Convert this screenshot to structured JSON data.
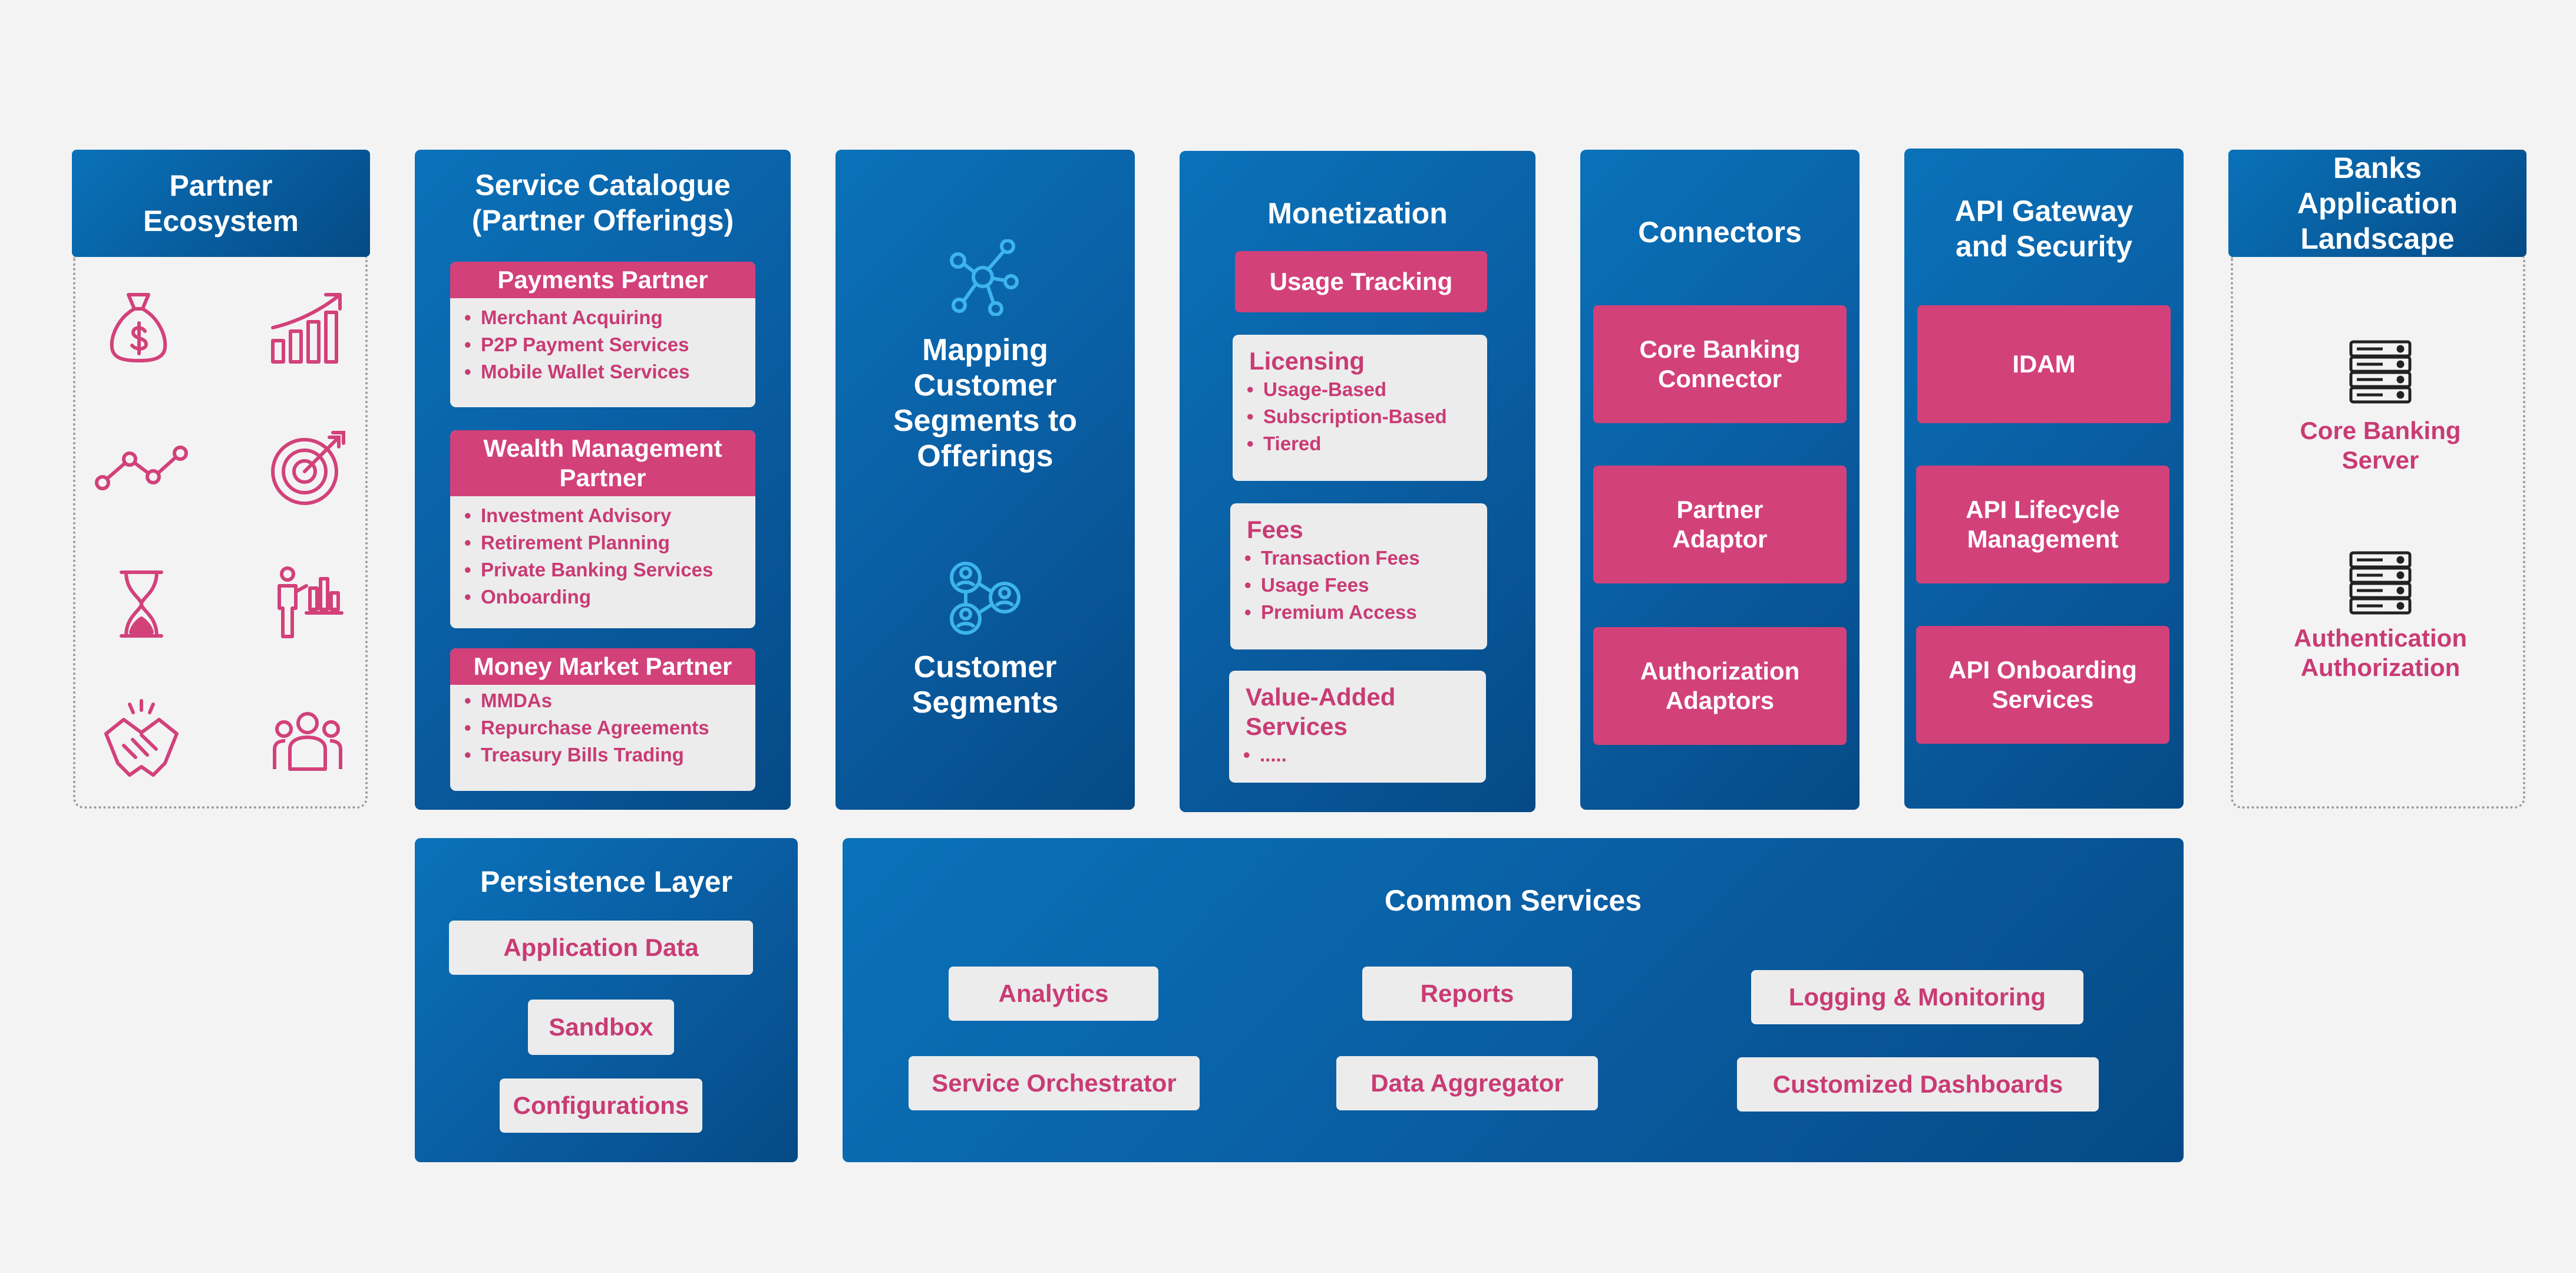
{
  "colors": {
    "blue": "#0a5ea3",
    "pink": "#d2417a",
    "light": "#ececec",
    "background": "#f3f3f3"
  },
  "partner_ecosystem": {
    "title": "Partner Ecosystem",
    "icons": [
      "money-bag-icon",
      "growth-chart-icon",
      "line-trend-icon",
      "target-icon",
      "hourglass-icon",
      "presenter-chart-icon",
      "handshake-icon",
      "team-icon"
    ]
  },
  "service_catalogue": {
    "title": "Service Catalogue (Partner Offerings)",
    "payments": {
      "title": "Payments Partner",
      "items": [
        "Merchant Acquiring",
        "P2P Payment Services",
        "Mobile Wallet Services"
      ]
    },
    "wealth": {
      "title": "Wealth Management Partner",
      "items": [
        "Investment Advisory",
        "Retirement Planning",
        "Private Banking Services",
        "Onboarding"
      ]
    },
    "money_market": {
      "title": "Money Market Partner",
      "items": [
        "MMDAs",
        "Repurchase Agreements",
        "Treasury Bills Trading"
      ]
    }
  },
  "mapping": {
    "title": "Mapping Customer Segments to Offerings",
    "segments": "Customer Segments"
  },
  "monetization": {
    "title": "Monetization",
    "usage_tracking": "Usage Tracking",
    "licensing": {
      "title": "Licensing",
      "items": [
        "Usage-Based",
        "Subscription-Based",
        "Tiered"
      ]
    },
    "fees": {
      "title": "Fees",
      "items": [
        "Transaction Fees",
        "Usage Fees",
        "Premium Access"
      ]
    },
    "value_added": {
      "title": "Value-Added Services",
      "items": [
        "....."
      ]
    }
  },
  "connectors": {
    "title": "Connectors",
    "items": [
      "Core Banking Connector",
      "Partner Adaptor",
      "Authorization Adaptors"
    ]
  },
  "api_gateway": {
    "title": "API Gateway and Security",
    "items": [
      "IDAM",
      "API Lifecycle Management",
      "API Onboarding Services"
    ]
  },
  "banks_landscape": {
    "title": "Banks Application Landscape",
    "core_banking": "Core Banking Server",
    "auth": "Authentication Authorization"
  },
  "persistence": {
    "title": "Persistence Layer",
    "items": [
      "Application Data",
      "Sandbox",
      "Configurations"
    ]
  },
  "common_services": {
    "title": "Common Services",
    "analytics": "Analytics",
    "reports": "Reports",
    "logging": "Logging & Monitoring",
    "orchestrator": "Service Orchestrator",
    "aggregator": "Data Aggregator",
    "dashboards": "Customized Dashboards"
  }
}
